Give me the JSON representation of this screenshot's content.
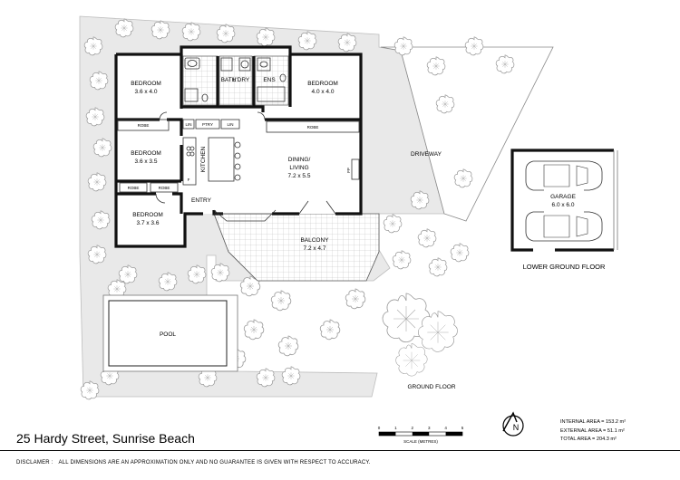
{
  "address": "25 Hardy Street, Sunrise Beach",
  "disclaimer": {
    "label": "DISCLAMER :",
    "text": "ALL DIMENSIONS ARE AN APPROXIMATION ONLY AND NO GUARANTEE IS GIVEN WITH RESPECT TO ACCURACY."
  },
  "areas": {
    "internal": "INTERNAL AREA = 153.2 m²",
    "external": "EXTERNAL AREA = 51.1 m²",
    "total": "TOTAL AREA = 204.3 m²"
  },
  "scale": {
    "label": "SCALE (METRES)",
    "ticks": [
      "0",
      "1",
      "2",
      "3",
      "4",
      "5"
    ]
  },
  "north": "N",
  "floors": {
    "ground": "GROUND FLOOR",
    "lower": "LOWER GROUND FLOOR"
  },
  "rooms": {
    "bedroom1": {
      "name": "BEDROOM",
      "dims": "3.6 x 4.0"
    },
    "bedroom2": {
      "name": "BEDROOM",
      "dims": "4.0 x 4.0"
    },
    "bedroom3": {
      "name": "BEDROOM",
      "dims": "3.6 x 3.5"
    },
    "bedroom4": {
      "name": "BEDROOM",
      "dims": "3.7 x 3.6"
    },
    "bath": "BATH",
    "laundry": "L'DRY",
    "ensuite": "ENS",
    "robe1": "ROBE",
    "robe2": "ROBE",
    "robe3": "ROBE",
    "robe4": "ROBE",
    "lin": "LIN",
    "ptry": "PTRY",
    "lin2": "LIN",
    "kitchen": "KITCHEN",
    "fridge": "F",
    "dining": {
      "name": "DINING/",
      "name2": "LIVING",
      "dims": "7.2 x 5.5"
    },
    "fp": "FP",
    "entry": "ENTRY",
    "balcony": {
      "name": "BALCONY",
      "dims": "7.2 x 4.7"
    },
    "pool": "POOL",
    "driveway": "DRIVEWAY",
    "garage": {
      "name": "GARAGE",
      "dims": "6.0 x 6.0"
    }
  }
}
